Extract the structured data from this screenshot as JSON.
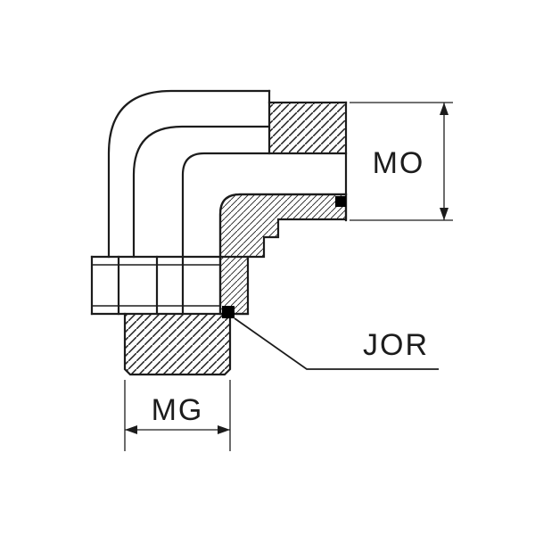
{
  "drawing": {
    "labels": {
      "mo": "MO",
      "jor": "JOR",
      "mg": "MG"
    },
    "colors": {
      "line": "#1c1c1c",
      "background": "#ffffff",
      "seal_fill": "#000000"
    }
  }
}
